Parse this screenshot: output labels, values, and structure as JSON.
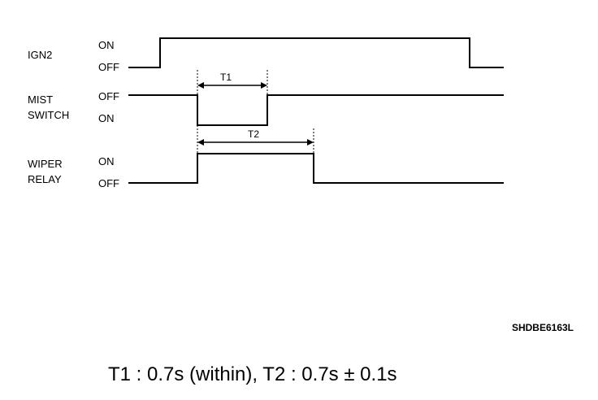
{
  "signals": {
    "ign2": {
      "name": "IGN2",
      "high_label": "ON",
      "low_label": "OFF"
    },
    "mist_switch": {
      "name_line1": "MIST",
      "name_line2": "SWITCH",
      "high_label": "OFF",
      "low_label": "ON"
    },
    "wiper_relay": {
      "name_line1": "WIPER",
      "name_line2": "RELAY",
      "high_label": "ON",
      "low_label": "OFF"
    }
  },
  "intervals": {
    "t1": {
      "label": "T1"
    },
    "t2": {
      "label": "T2"
    }
  },
  "figure_code": "SHDBE6163L",
  "footer": "T1 : 0.7s (within), T2 : 0.7s ± 0.1s",
  "colors": {
    "ink": "#000000",
    "background": "#ffffff"
  }
}
